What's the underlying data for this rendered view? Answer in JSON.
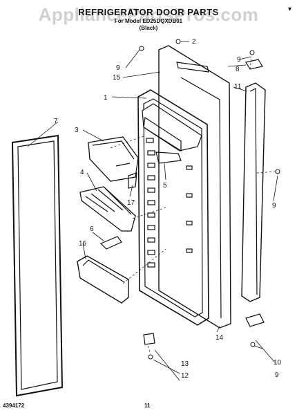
{
  "title": "REFRIGERATOR DOOR PARTS",
  "subtitle": "For Model ED25DQXDB01",
  "color_note": "(Black)",
  "watermark": "AppliancePartsPros.com",
  "corner_mark": "▾",
  "doc_number": "4394172",
  "page_number": "11",
  "callouts": [
    "1",
    "2",
    "3",
    "4",
    "5",
    "6",
    "7",
    "8",
    "9",
    "9",
    "9",
    "9",
    "10",
    "11",
    "12",
    "13",
    "14",
    "15",
    "16",
    "17"
  ]
}
